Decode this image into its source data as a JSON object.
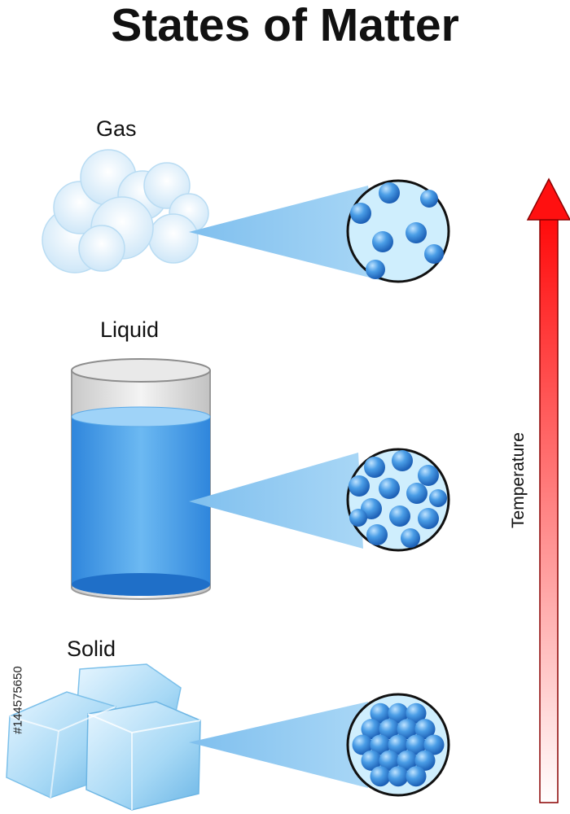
{
  "title": "States of Matter",
  "states": {
    "gas": "Gas",
    "liquid": "Liquid",
    "solid": "Solid"
  },
  "axis_label": "Temperature",
  "watermark": "#144575650",
  "colors": {
    "particle": "#3d8fe0",
    "beam": "#8ec8f0",
    "arrow_top": "#ff1010",
    "arrow_bottom": "#ffffff",
    "water": "#3a9be8"
  }
}
